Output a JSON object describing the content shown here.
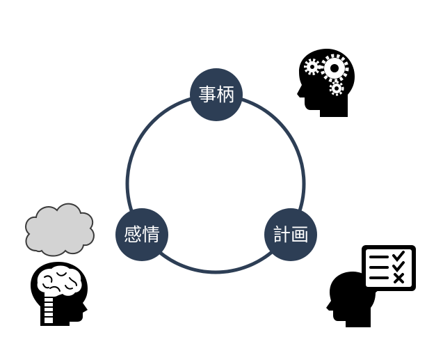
{
  "nodes": {
    "top": {
      "label": "事柄"
    },
    "right": {
      "label": "計画"
    },
    "left": {
      "label": "感情"
    }
  },
  "icons": {
    "top_right": "head-with-gears-icon",
    "bottom_right": "head-with-checklist-bubble-icon",
    "left": "head-with-brain-and-cloud-icon"
  },
  "colors": {
    "node_fill": "#2d3e55",
    "ring_stroke": "#2d3e55",
    "silhouette": "#000000",
    "cloud_fill": "#d3d3d3",
    "cloud_stroke": "#3a3a3a"
  }
}
